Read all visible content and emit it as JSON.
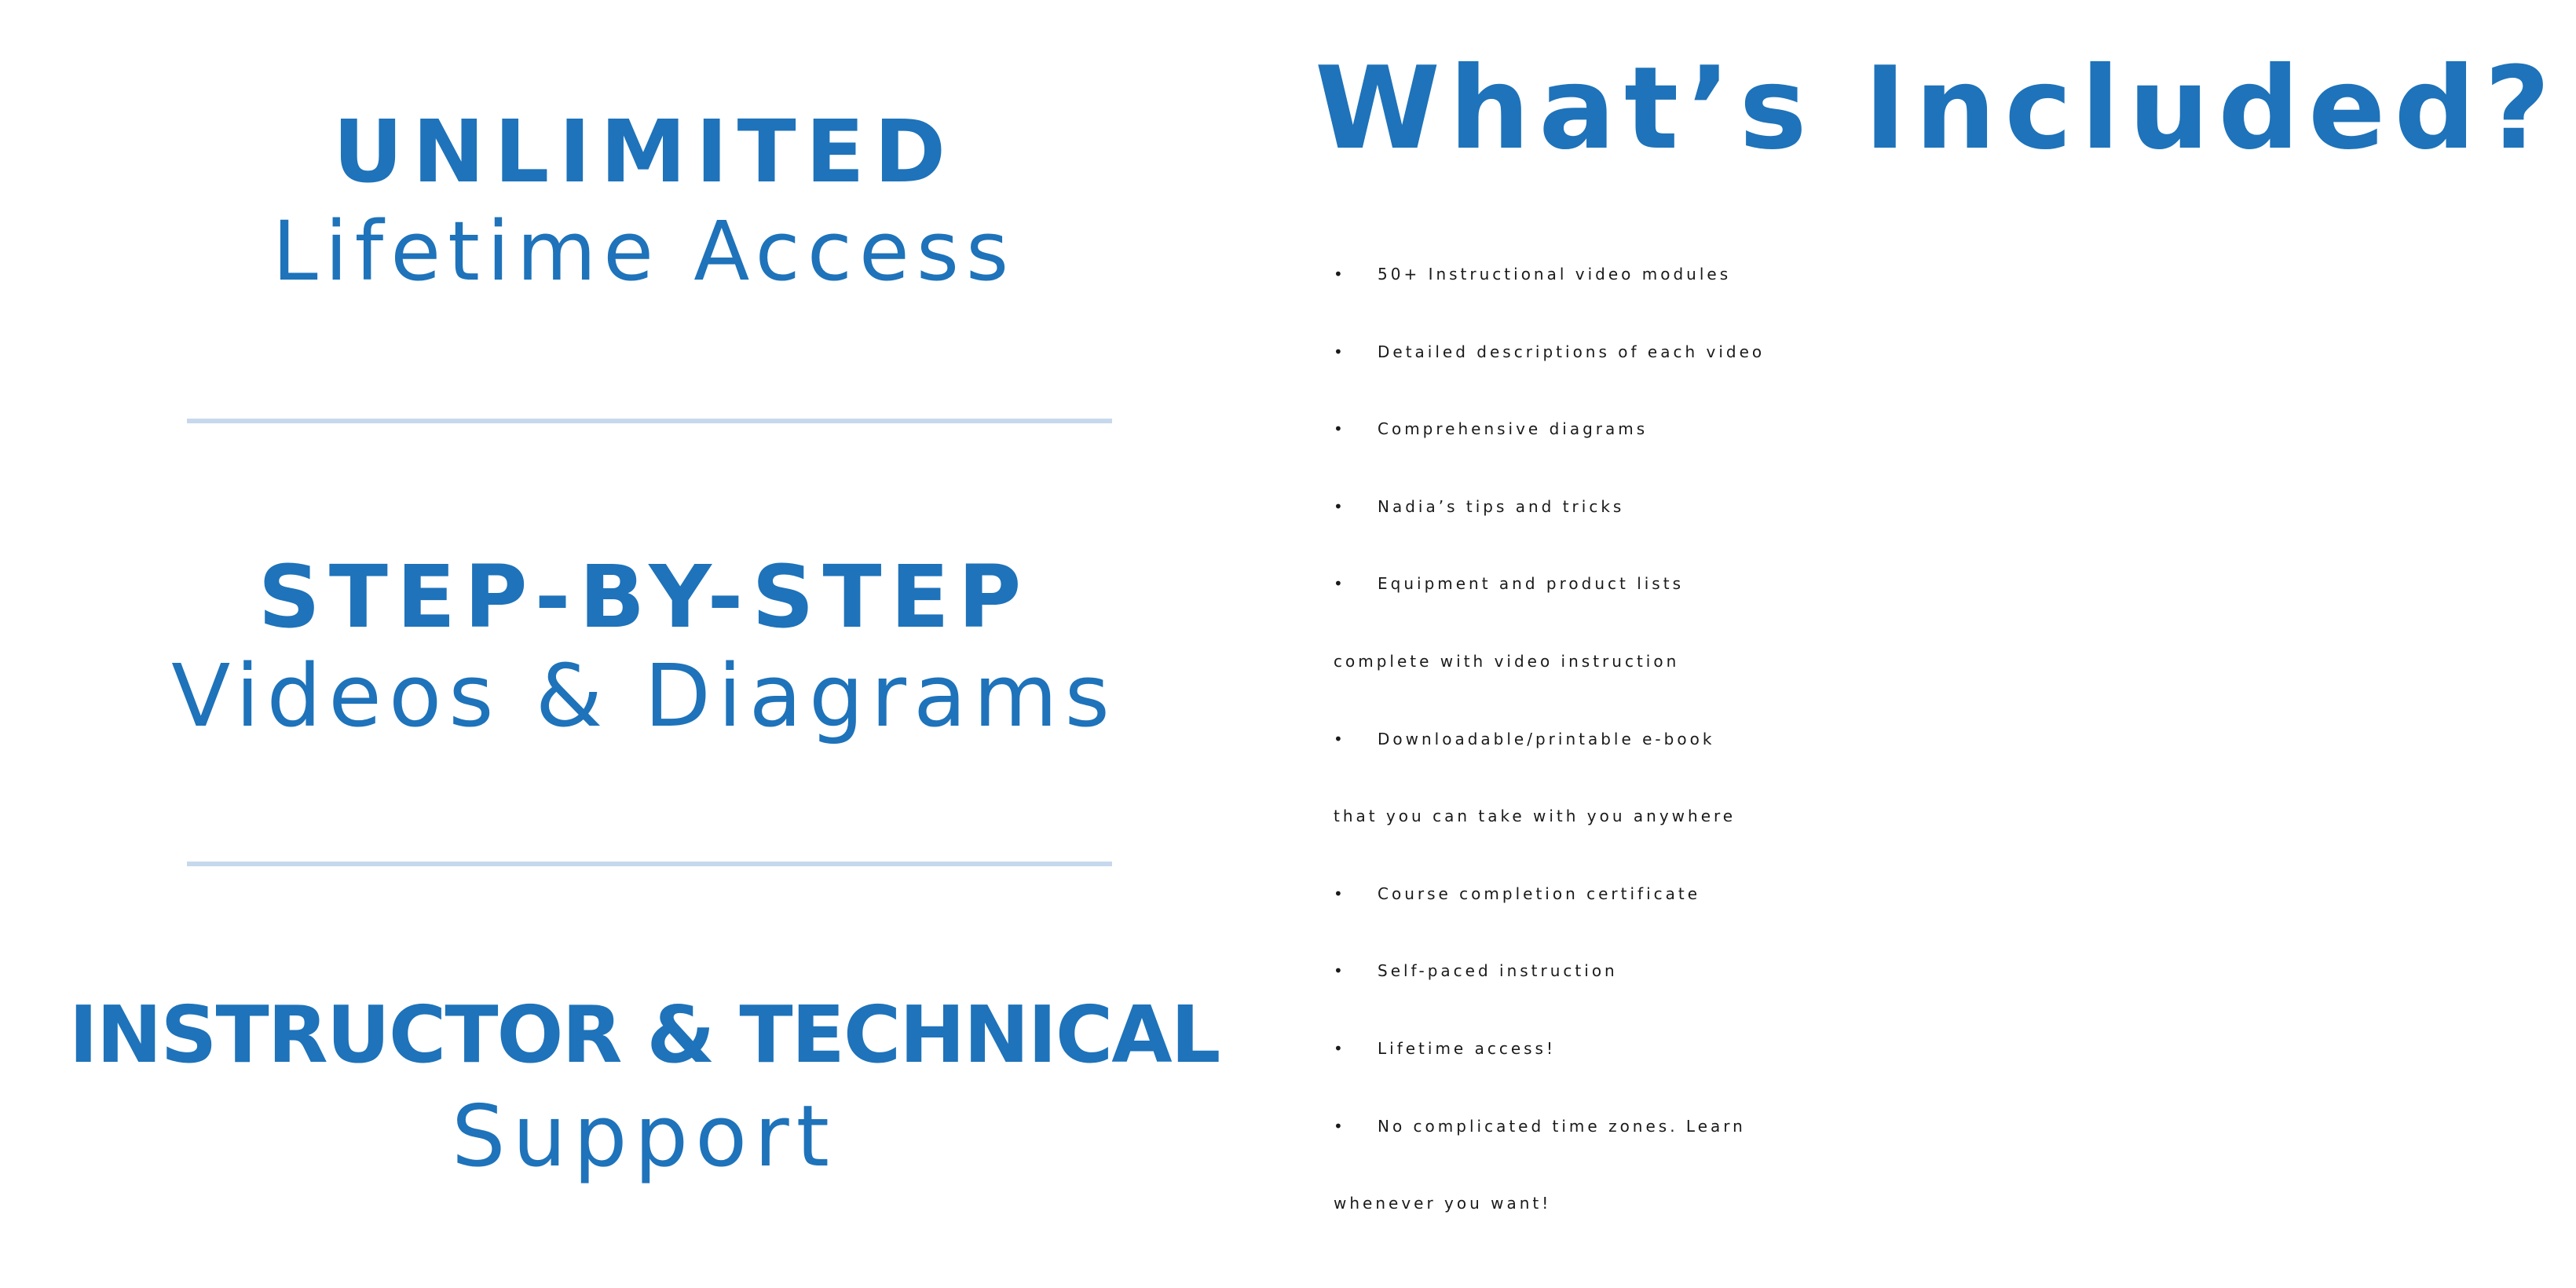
{
  "left": {
    "features": [
      {
        "heading": "UNLIMITED",
        "sub": "Lifetime Access"
      },
      {
        "heading": "STEP-BY-STEP",
        "sub": "Videos & Diagrams"
      },
      {
        "heading": "INSTRUCTOR & TECHNICAL",
        "sub": "Support"
      }
    ]
  },
  "right": {
    "title": "What’s Included?",
    "bullet_char": "•",
    "items": [
      {
        "line1": "50+ Instructional video modules",
        "line2": ""
      },
      {
        "line1": "Detailed descriptions of each video",
        "line2": ""
      },
      {
        "line1": "Comprehensive diagrams",
        "line2": ""
      },
      {
        "line1": "Nadia’s tips and tricks",
        "line2": ""
      },
      {
        "line1": "Equipment and product lists",
        "line2": "complete with video instruction"
      },
      {
        "line1": "Downloadable/printable e-book",
        "line2": "that you can take with you anywhere"
      },
      {
        "line1": "Course completion certificate",
        "line2": ""
      },
      {
        "line1": "Self-paced instruction",
        "line2": ""
      },
      {
        "line1": "Lifetime access!",
        "line2": ""
      },
      {
        "line1": "No complicated time zones. Learn",
        "line2": "whenever you want!"
      }
    ]
  },
  "colors": {
    "brand_blue": "#1e73ba",
    "divider": "#c6d8ec",
    "body_text": "#1a1a1a",
    "background": "#ffffff"
  }
}
